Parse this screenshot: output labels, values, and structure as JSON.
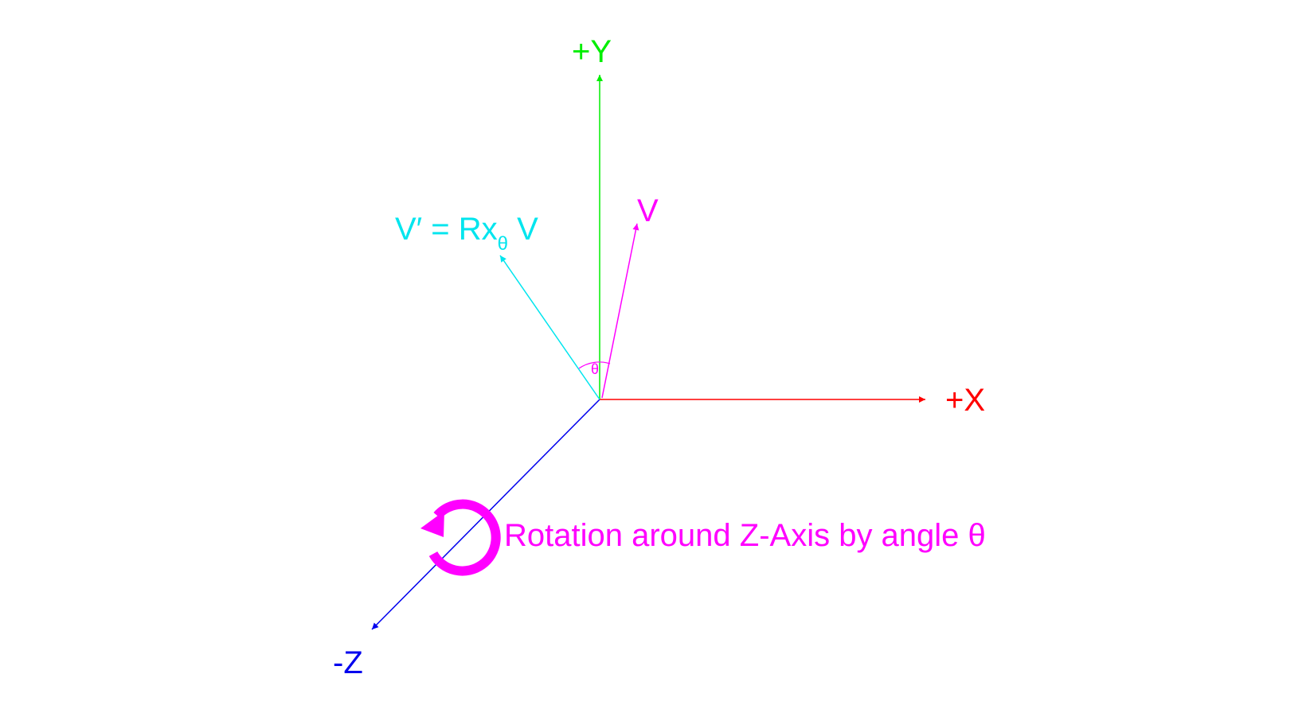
{
  "colors": {
    "background": "#ffffff",
    "x_axis": "#ff0000",
    "y_axis": "#00ee00",
    "z_axis": "#0000ee",
    "vector_v": "#ff00ff",
    "vector_v_prime": "#00e5ee",
    "rotation": "#ff00ff"
  },
  "axes": {
    "x_label": "+X",
    "y_label": "+Y",
    "z_label": "-Z"
  },
  "vectors": {
    "v_label": "V",
    "v_prime_label_main": "V′ = Rx",
    "v_prime_label_sub": "θ",
    "v_prime_label_tail": " V"
  },
  "angle_label": "θ",
  "rotation_caption": "Rotation around Z-Axis by angle θ",
  "icons": {
    "rotation": "counterclockwise-rotation-arrow-icon"
  }
}
